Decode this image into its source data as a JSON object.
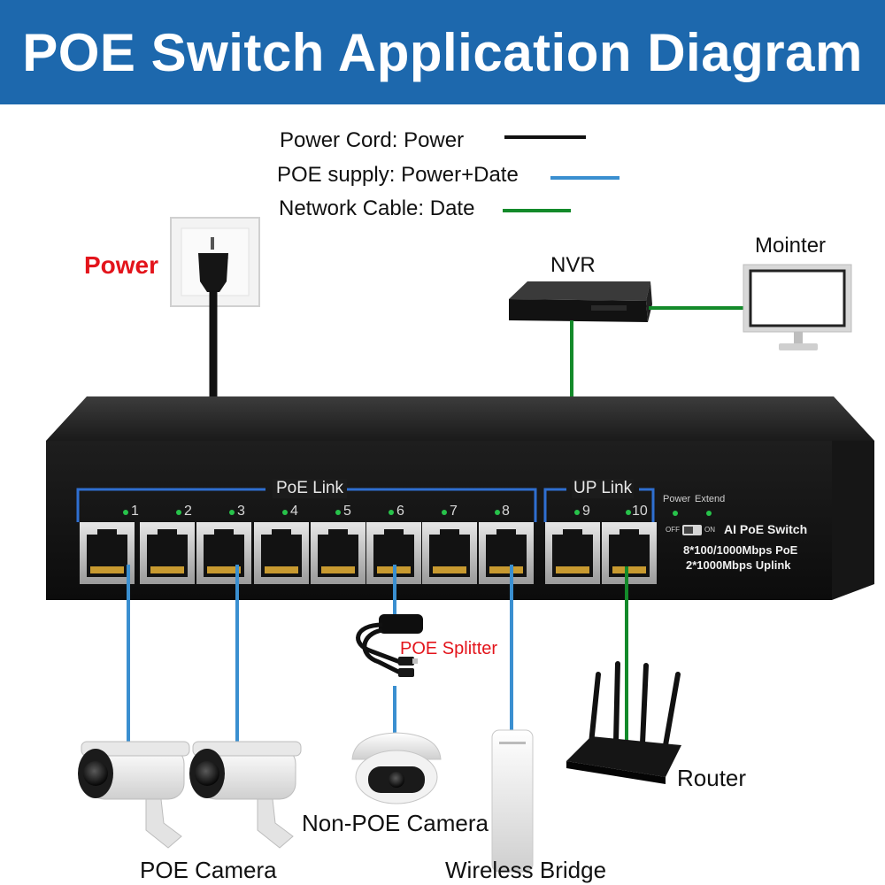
{
  "header": {
    "title": "POE Switch Application Diagram"
  },
  "legend": [
    {
      "label": "Power Cord:",
      "value": "Power",
      "color": "#111111"
    },
    {
      "label": "POE supply:",
      "value": "Power+Date",
      "color": "#3a8fd0"
    },
    {
      "label": "Network Cable:",
      "value": "Date",
      "color": "#138a2a"
    }
  ],
  "devices": {
    "power": "Power",
    "nvr": "NVR",
    "monitor": "Mointer",
    "poe_splitter": "POE Splitter",
    "router": "Router",
    "non_poe_camera": "Non-POE Camera",
    "poe_camera": "POE Camera",
    "wireless_bridge": "Wireless Bridge"
  },
  "switch": {
    "poe_group": "PoE Link",
    "uplink_group": "UP Link",
    "ports": [
      "1",
      "2",
      "3",
      "4",
      "5",
      "6",
      "7",
      "8",
      "9",
      "10"
    ],
    "led_power": "Power",
    "led_extend": "Extend",
    "toggle_off": "OFF",
    "toggle_on": "ON",
    "model": "AI PoE Switch",
    "spec_1": "8*100/1000Mbps PoE",
    "spec_2": "2*1000Mbps Uplink"
  },
  "colors": {
    "banner": "#1d68ad",
    "power_line": "#111111",
    "poe_line": "#3a8fd0",
    "network_line": "#138a2a",
    "accent_red": "#e3141b"
  }
}
